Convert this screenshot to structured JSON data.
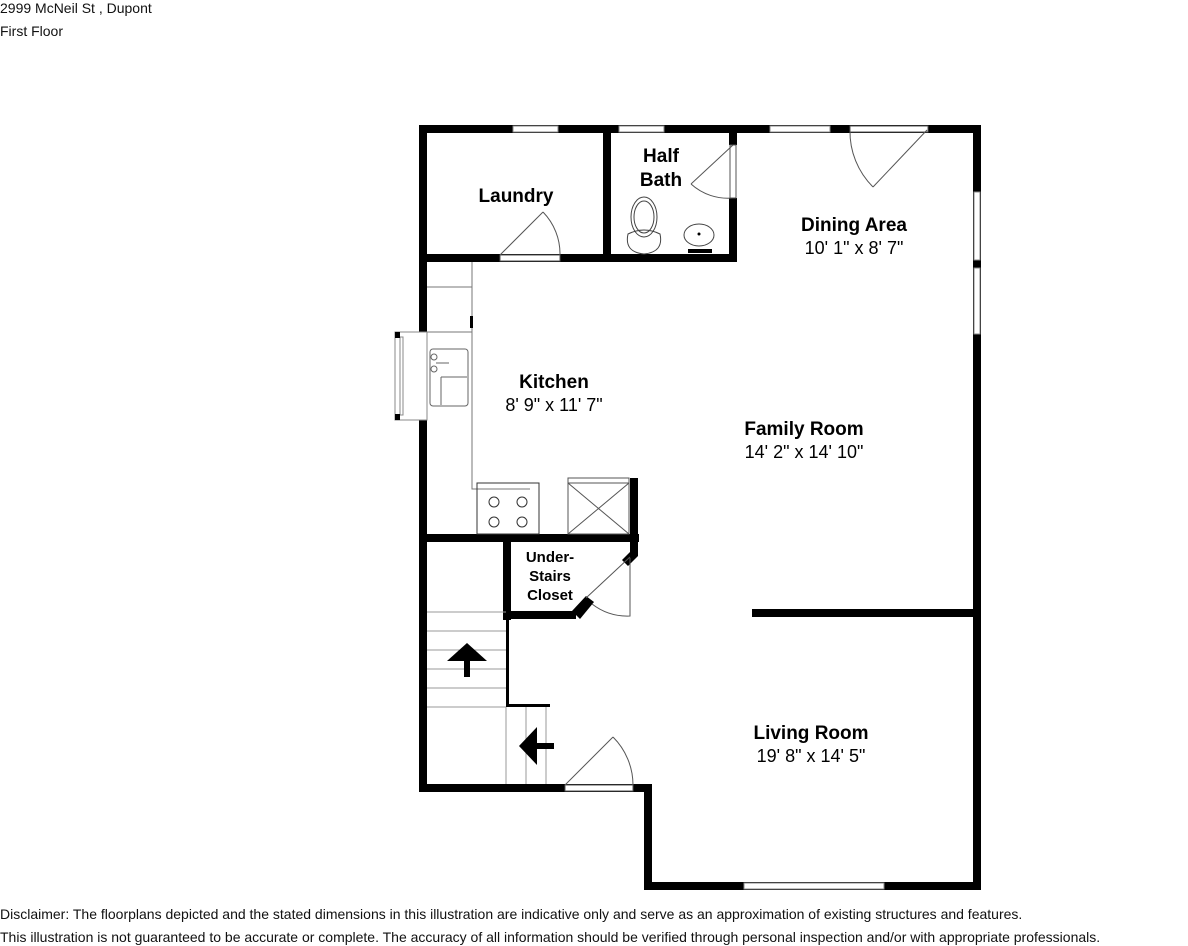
{
  "header": {
    "address": "2999 McNeil St , Dupont",
    "floor": "First Floor"
  },
  "rooms": {
    "laundry": {
      "name": "Laundry"
    },
    "half_bath": {
      "name_line1": "Half",
      "name_line2": "Bath"
    },
    "dining_area": {
      "name": "Dining Area",
      "dimensions": "10' 1\" x 8' 7\""
    },
    "kitchen": {
      "name": "Kitchen",
      "dimensions": "8' 9\" x 11' 7\""
    },
    "family_room": {
      "name": "Family Room",
      "dimensions": "14' 2\" x 14' 10\""
    },
    "under_stairs_closet": {
      "name_line1": "Under-",
      "name_line2": "Stairs",
      "name_line3": "Closet"
    },
    "living_room": {
      "name": "Living Room",
      "dimensions": "19' 8\" x 14' 5\""
    }
  },
  "icons": [
    "stairs-up-arrow-icon",
    "stairs-left-arrow-icon",
    "toilet-icon",
    "sink-icon",
    "kitchen-sink-icon",
    "stove-icon",
    "refrigerator-icon",
    "door-swing-icon",
    "window-icon"
  ],
  "colors": {
    "wall": "#000000",
    "background": "#ffffff",
    "fixture_line": "#555555"
  },
  "disclaimer": {
    "line1": "Disclaimer: The floorplans depicted and the stated dimensions in this illustration are indicative only and serve as an approximation of existing structures and features.",
    "line2": "This illustration is not guaranteed to be accurate or complete. The accuracy of all information should be verified through personal inspection and/or with appropriate professionals."
  }
}
